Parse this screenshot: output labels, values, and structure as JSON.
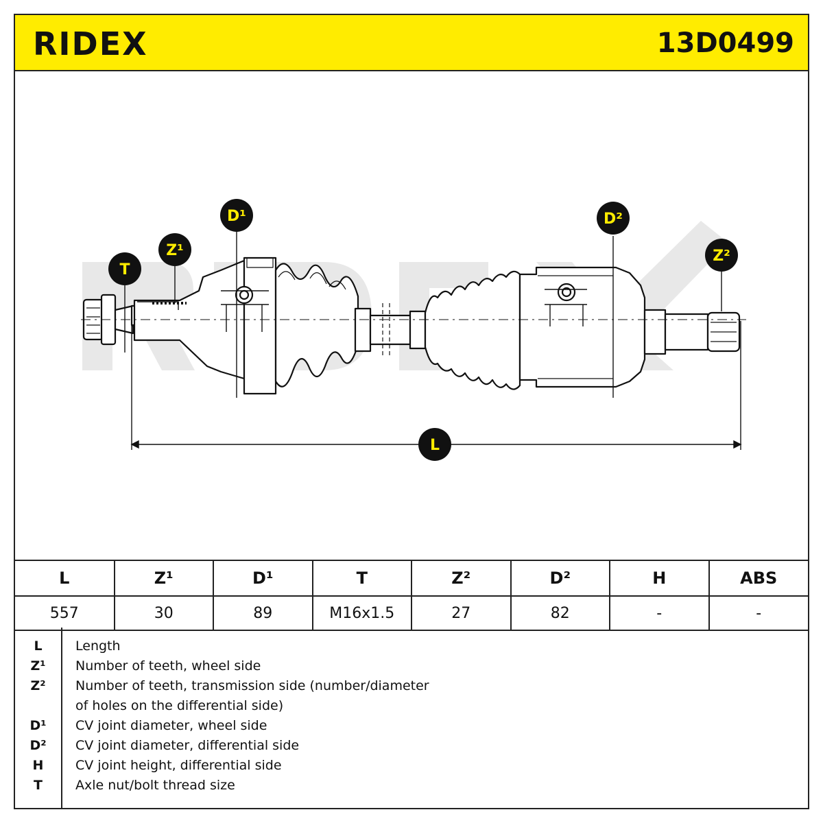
{
  "brand": "RIDEX",
  "part_number": "13D0499",
  "colors": {
    "brand_yellow": "#ffec00",
    "dark": "#111111",
    "watermark": "#e6e6e6"
  },
  "diagram_labels": {
    "T": "T",
    "Z1": "Z¹",
    "D1": "D¹",
    "D2": "D²",
    "Z2": "Z²",
    "L": "L"
  },
  "spec_table": {
    "headers": [
      "L",
      "Z¹",
      "D¹",
      "T",
      "Z²",
      "D²",
      "H",
      "ABS"
    ],
    "values": [
      "557",
      "30",
      "89",
      "M16x1.5",
      "27",
      "82",
      "-",
      "-"
    ]
  },
  "legend": [
    {
      "symbol": "L",
      "description": "Length"
    },
    {
      "symbol": "Z¹",
      "description": "Number of teeth, wheel side"
    },
    {
      "symbol": "Z²",
      "description": "Number of teeth, transmission side (number/diameter"
    },
    {
      "symbol": "",
      "description": "of holes on the differential side)"
    },
    {
      "symbol": "D¹",
      "description": "CV joint diameter, wheel side"
    },
    {
      "symbol": "D²",
      "description": "CV joint diameter, differential side"
    },
    {
      "symbol": "H",
      "description": "CV joint height, differential side"
    },
    {
      "symbol": "T",
      "description": "Axle nut/bolt thread size"
    }
  ]
}
